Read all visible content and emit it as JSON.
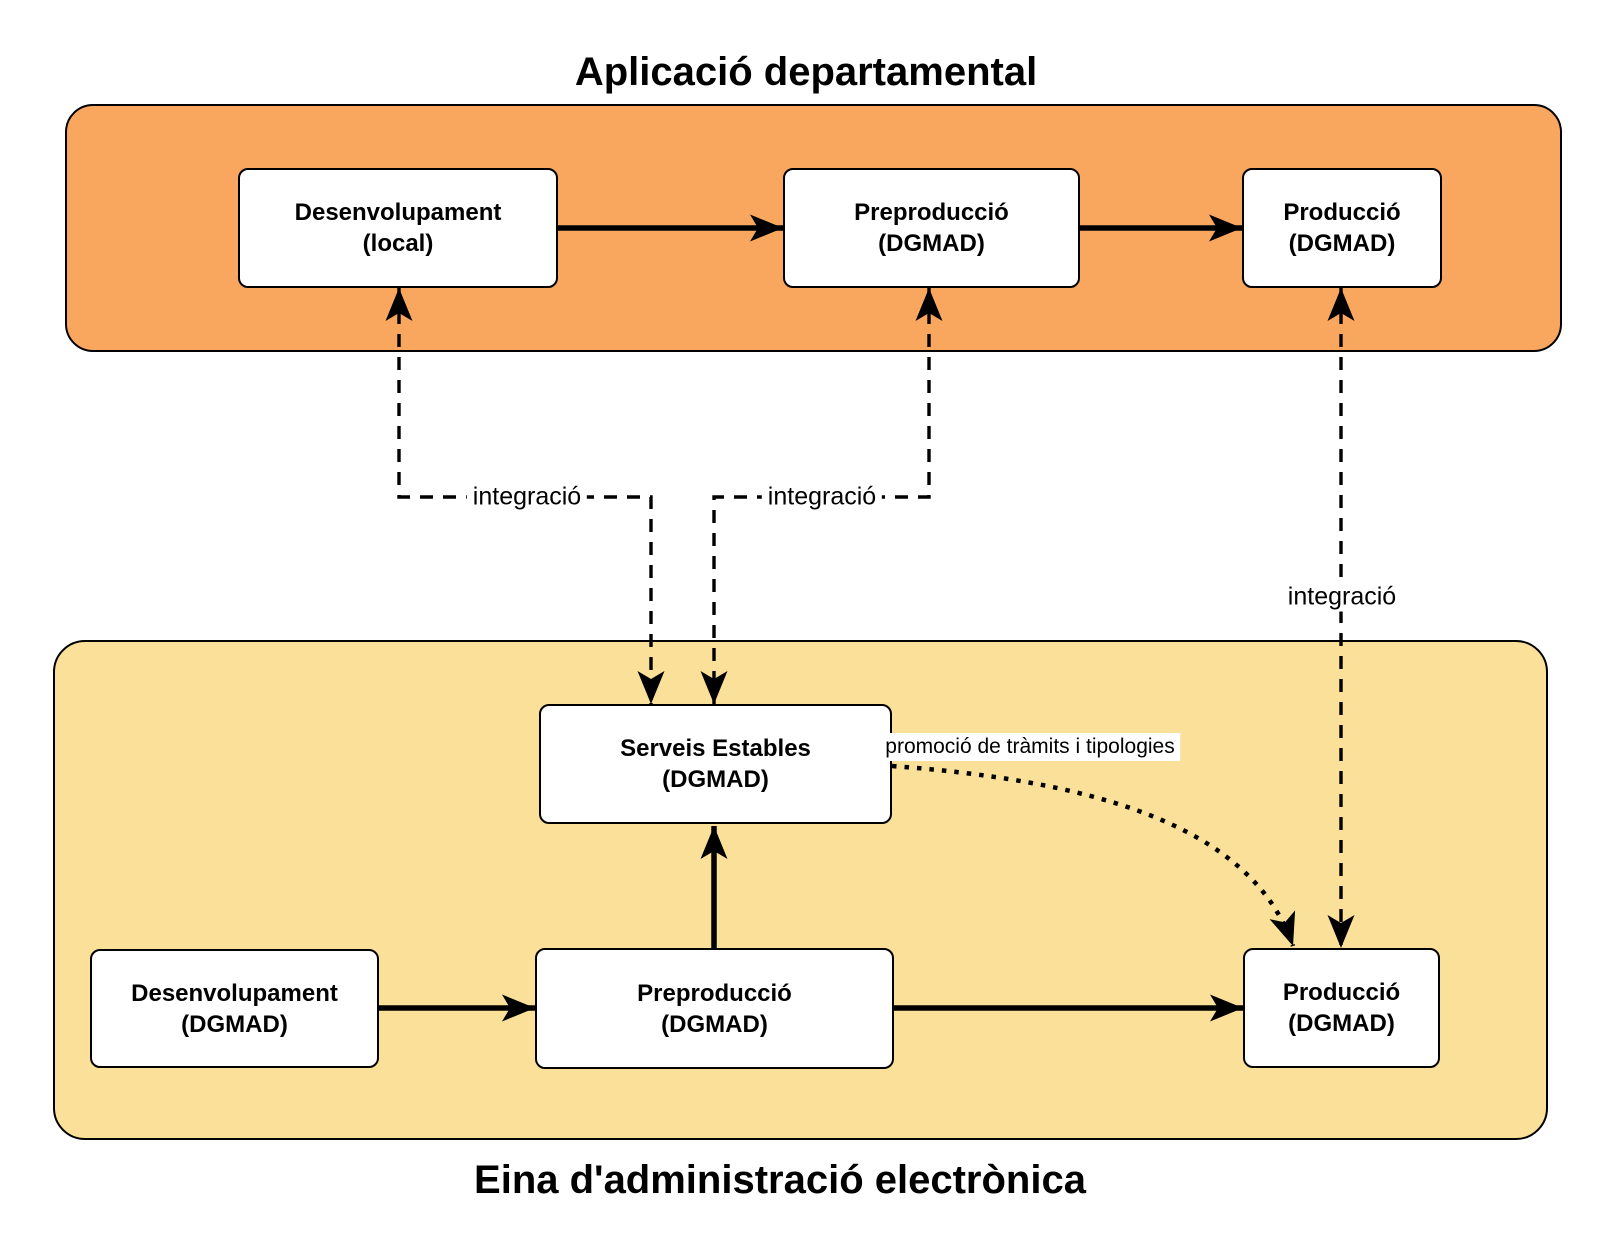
{
  "titles": {
    "top": "Aplicació departamental",
    "bottom": "Eina d'administració electrònica"
  },
  "nodes": {
    "dev_local": {
      "label": "Desenvolupament",
      "sublabel": "(local)"
    },
    "prepro_top": {
      "label": "Preproducció",
      "sublabel": "(DGMAD)"
    },
    "prod_top": {
      "label": "Producció",
      "sublabel": "(DGMAD)"
    },
    "serveis_estables": {
      "label": "Serveis Estables",
      "sublabel": "(DGMAD)"
    },
    "dev_dgmad": {
      "label": "Desenvolupament",
      "sublabel": "(DGMAD)"
    },
    "prepro_bottom": {
      "label": "Preproducció",
      "sublabel": "(DGMAD)"
    },
    "prod_bottom": {
      "label": "Producció",
      "sublabel": "(DGMAD)"
    }
  },
  "edge_labels": {
    "integracio_dev": "integració",
    "integracio_prepro": "integració",
    "integracio_prod": "integració",
    "promocio": "promoció de tràmits i tipologies"
  },
  "colors": {
    "departamental_fill": "#F9A65F",
    "eina_fill": "#FAE098",
    "node_fill": "#FFFFFF",
    "stroke": "#000000",
    "background": "#FFFFFF"
  }
}
